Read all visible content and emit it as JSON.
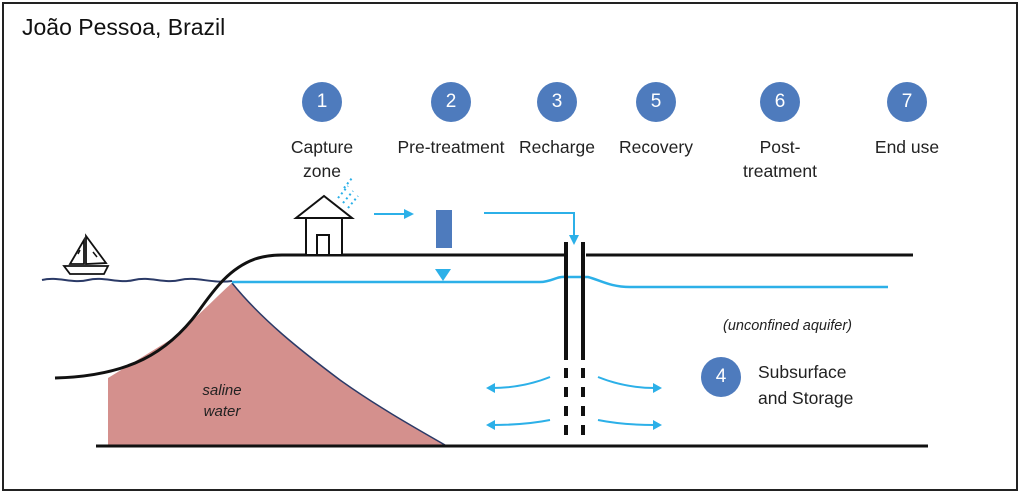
{
  "title": "João Pessoa, Brazil",
  "steps": [
    {
      "number": "1",
      "label_line1": "Capture",
      "label_line2": "zone"
    },
    {
      "number": "2",
      "label_line1": "Pre-treatment",
      "label_line2": ""
    },
    {
      "number": "3",
      "label_line1": "Recharge",
      "label_line2": ""
    },
    {
      "number": "5",
      "label_line1": "Recovery",
      "label_line2": ""
    },
    {
      "number": "6",
      "label_line1": "Post-",
      "label_line2": "treatment"
    },
    {
      "number": "7",
      "label_line1": "End use",
      "label_line2": ""
    }
  ],
  "storage_step": {
    "number": "4",
    "label_line1": "Subsurface",
    "label_line2": "and Storage"
  },
  "aquifer_label": "(unconfined aquifer)",
  "saline_label_line1": "saline",
  "saline_label_line2": "water",
  "colors": {
    "badge": "#4e7bbd",
    "water": "#2cb0e8",
    "saline": "#d4908d",
    "ground": "#111111"
  }
}
